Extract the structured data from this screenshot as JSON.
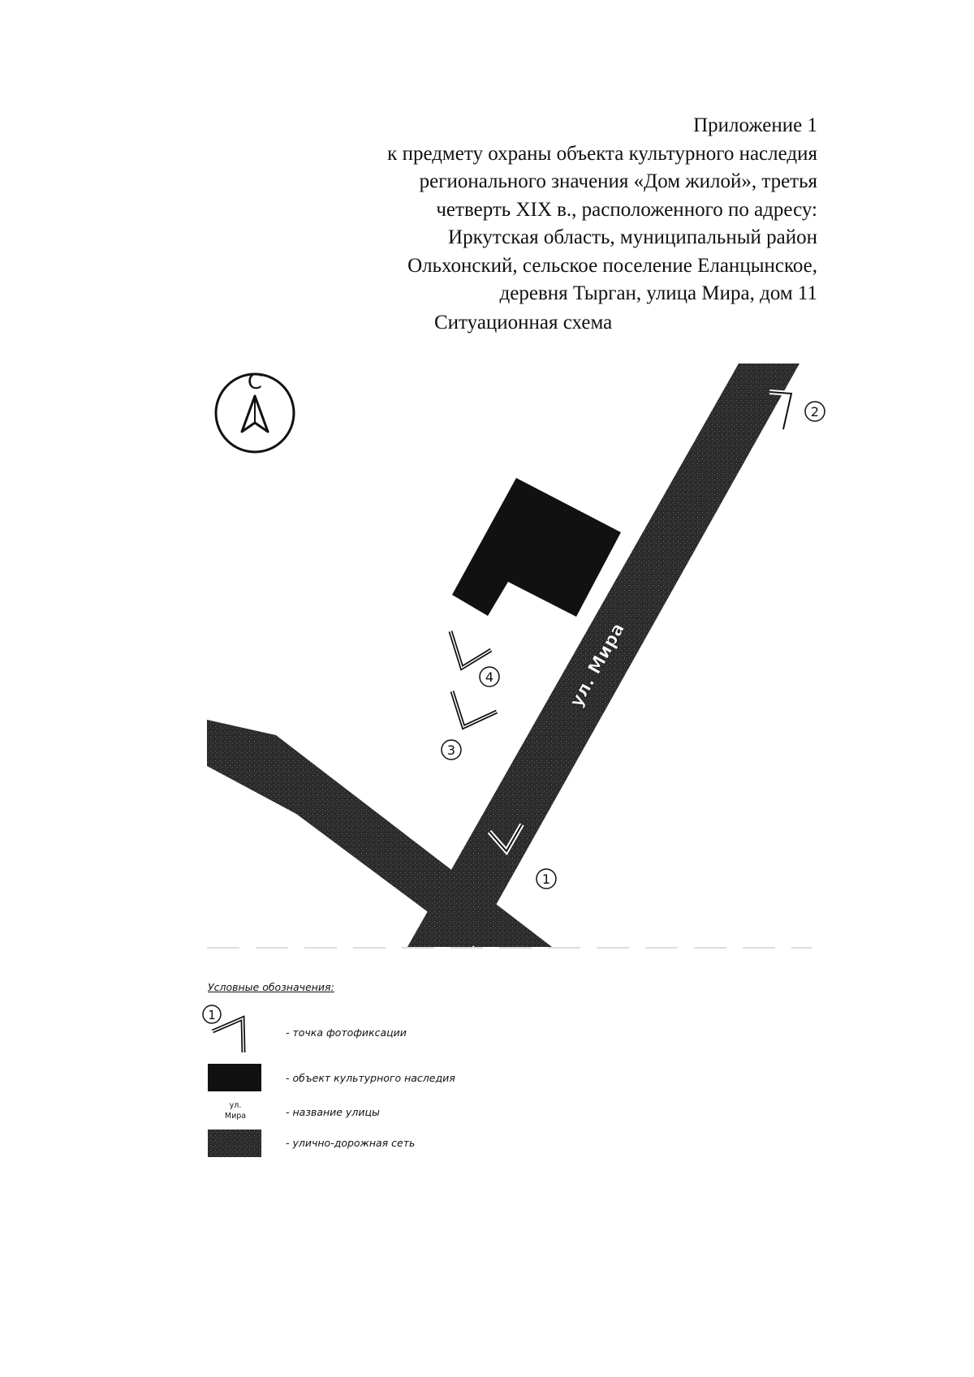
{
  "header": {
    "lines": [
      "Приложение 1",
      "к предмету охраны объекта культурного наследия",
      "регионального значения «Дом жилой», третья",
      "четверть XIX в., расположенного по адресу:",
      "Иркутская область, муниципальный район",
      "Ольхонский, сельское поселение Еланцынское,",
      "деревня Тырган, улица Мира, дом 11"
    ]
  },
  "scheme_title": "Ситуационная схема",
  "map": {
    "north_letter": "С",
    "street_label": "ул. Мира",
    "photo_points": [
      "1",
      "2",
      "3",
      "4"
    ],
    "colors": {
      "heritage_object": "#111111",
      "road_network": "#2b2b2b",
      "line": "#111111"
    }
  },
  "legend": {
    "title": "Условные обозначения:",
    "photo_point_number": "1",
    "street_sample_line1": "ул.",
    "street_sample_line2": "Мира",
    "items": [
      "- точка фотофиксации",
      "- объект культурного наследия",
      "- название улицы",
      "- улично-дорожная сеть"
    ]
  }
}
